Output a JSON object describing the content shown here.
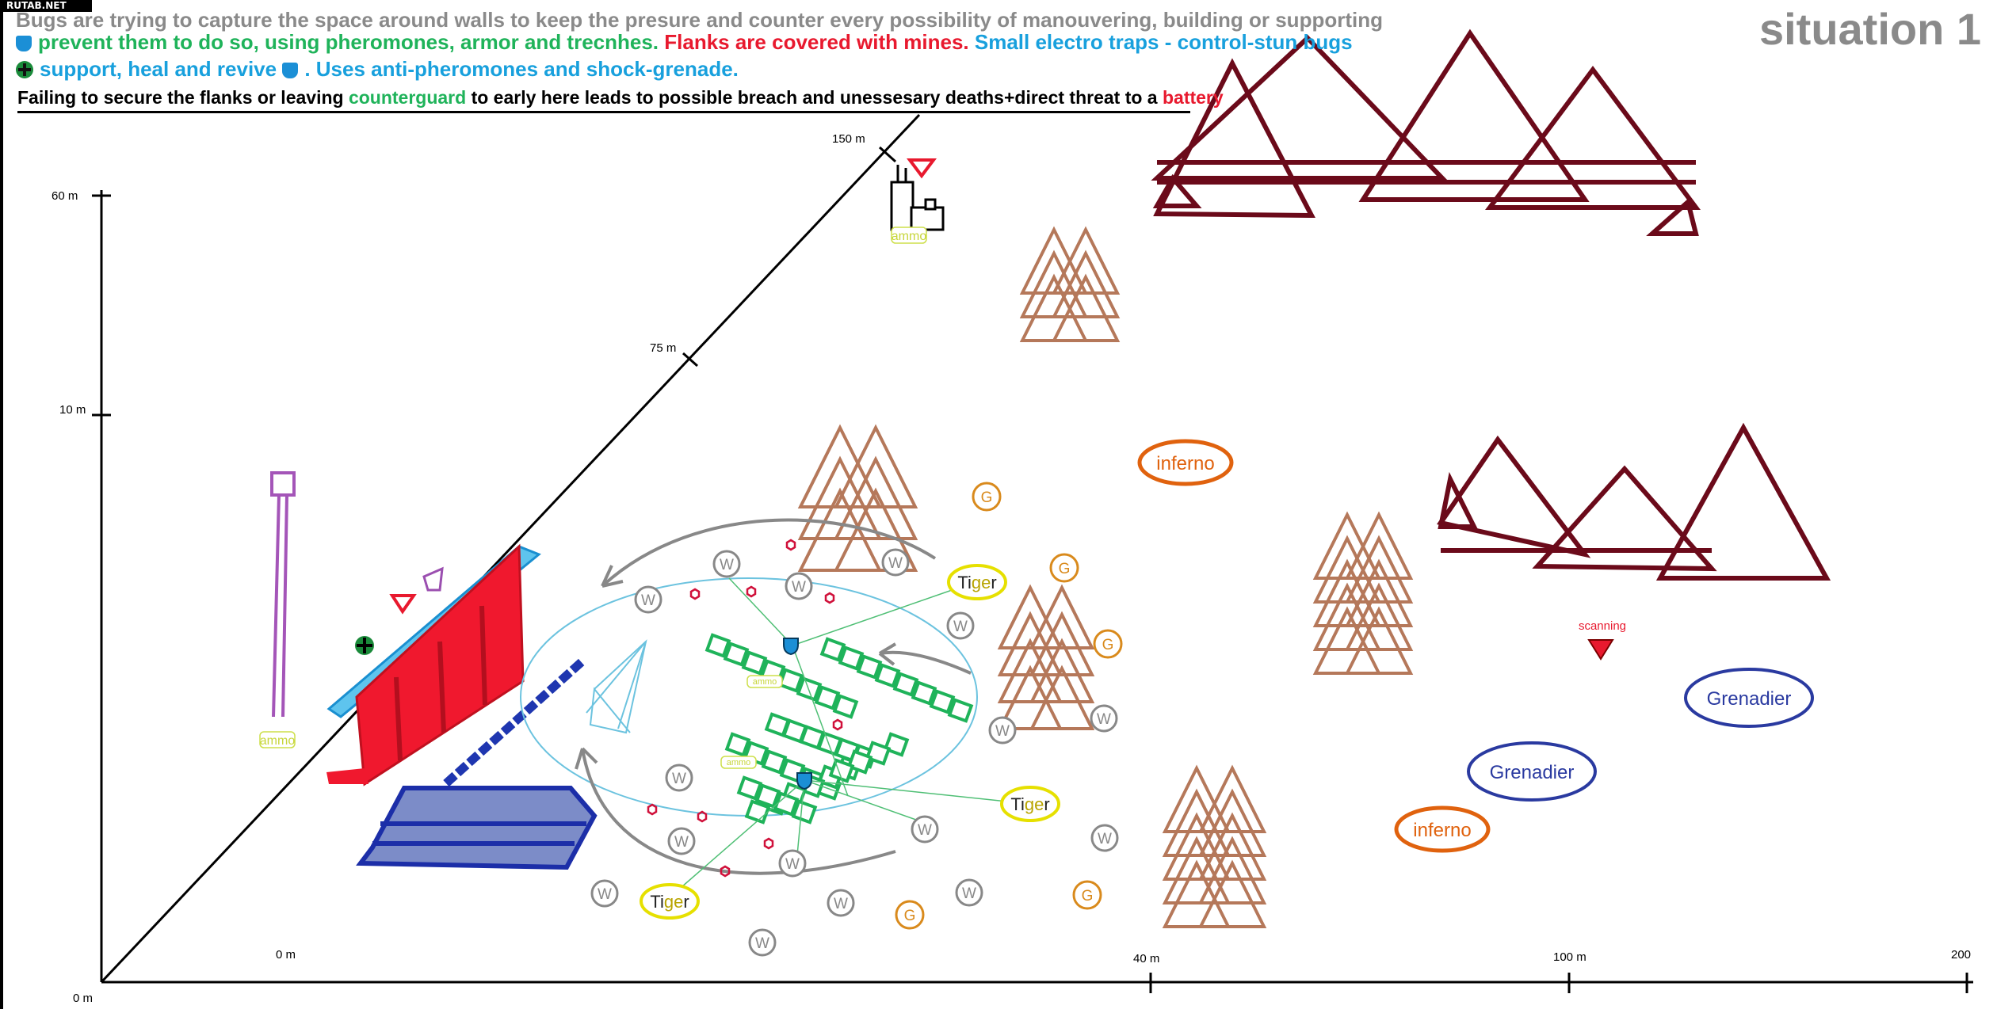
{
  "watermark": "RUTAB.NET",
  "title": "situation 1",
  "text": {
    "line1a": "Bugs are trying to capture the space around walls to keep the presure",
    "line1b": " and counter every possibility of manouvering, building or supporting",
    "line2a": "prevent them to do so, using pheromones, armor and trecnhes.",
    "line2b": " Flanks are covered with mines.",
    "line2c": " Small electro traps - control-stun bugs",
    "line3a": "support, heal and revive",
    "line3b": ". Uses anti-pheromones and shock-grenade.",
    "line4a": "Failing to secure the flanks or leaving ",
    "line4b": "counterguard",
    "line4c": " to early  here leads to possible breach and unessesary deaths+direct threat to a ",
    "line4d": "battery"
  },
  "axes": {
    "y_labels": [
      "60 m",
      "10 m"
    ],
    "x_labels": [
      "0 m",
      "40 m",
      "100 m",
      "200"
    ],
    "origin": "0 m",
    "diag_labels": [
      "150 m",
      "75 m"
    ]
  },
  "labels": {
    "ammo": "ammo",
    "scanning": "scanning",
    "inferno": "inferno",
    "grenadier": "Grenadier",
    "tiger_a": "Ti",
    "tiger_b": "ge",
    "tiger_c": "r",
    "warrior": "W",
    "gunner": "G"
  },
  "colors": {
    "gray_text": "#8a8a8a",
    "green": "#1fb35a",
    "red": "#e8192e",
    "blue": "#18a0dd",
    "mountain_dark": "#6b0a1a",
    "mountain_tan": "#b5785a",
    "inferno": "#e0620e",
    "grenadier": "#2a3aa0",
    "tiger": "#e6e000",
    "warrior": "#888888",
    "gunner": "#d98a1c"
  }
}
